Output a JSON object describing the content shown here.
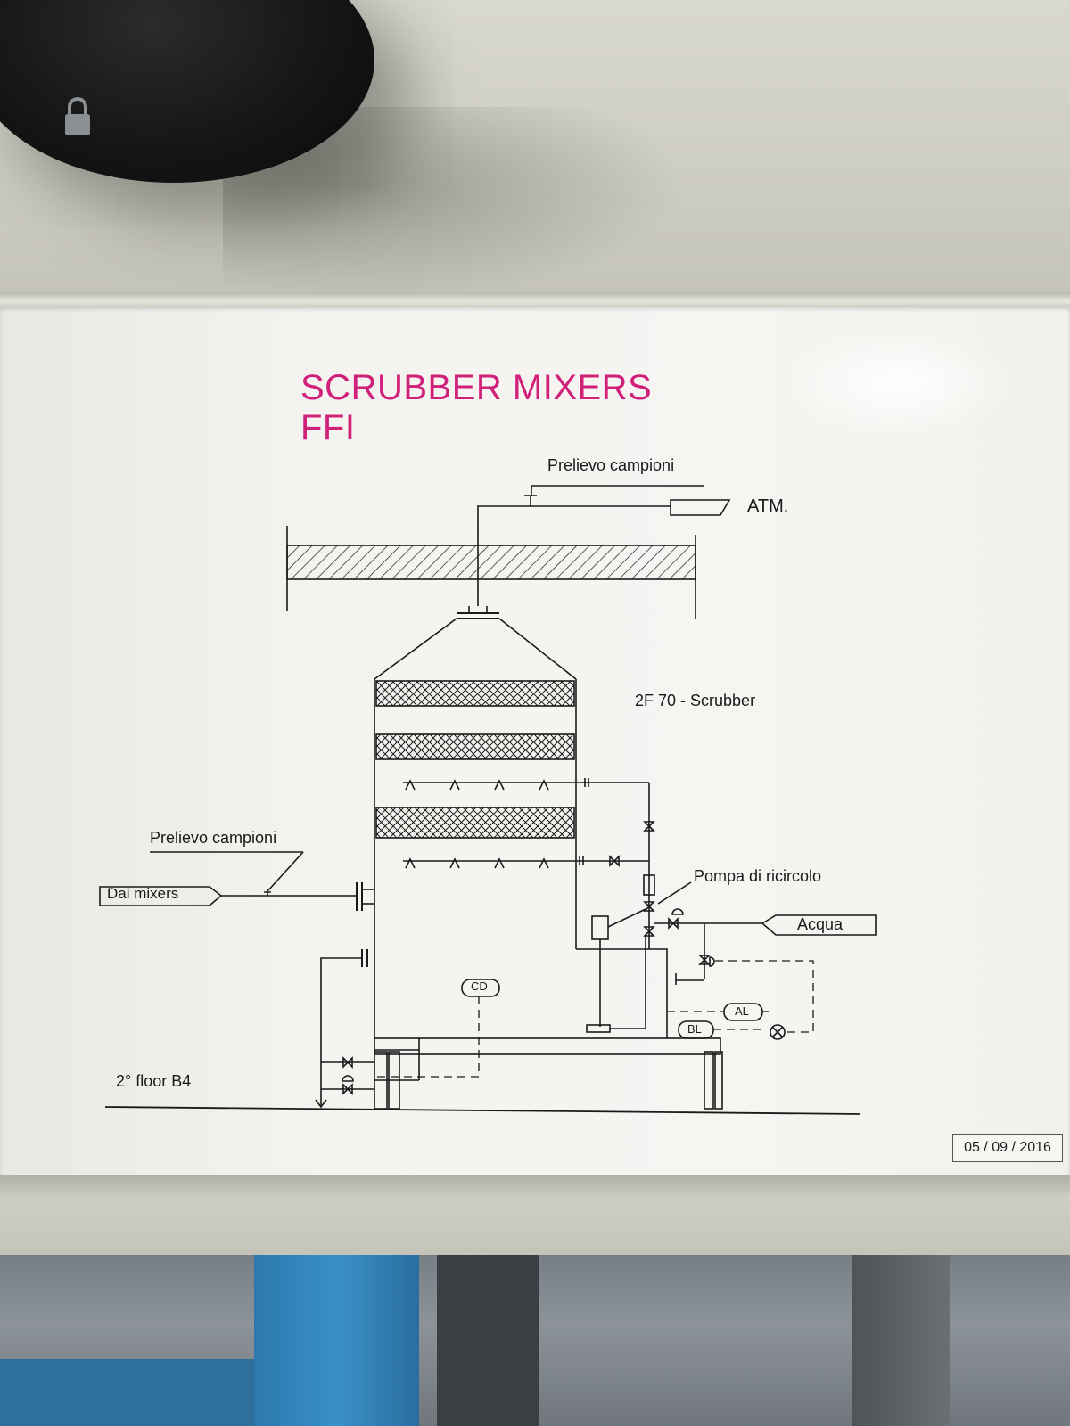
{
  "title": "SCRUBBER MIXERS FFI",
  "labels": {
    "sampling_top": "Prelievo campioni",
    "atm": "ATM.",
    "unit": "2F 70 -  Scrubber",
    "sampling_left": "Prelievo campioni",
    "from_mixers": "Dai mixers",
    "pump": "Pompa di ricircolo",
    "water": "Acqua",
    "cd": "CD",
    "al": "AL",
    "bl": "BL",
    "floor": "2° floor B4"
  },
  "date": "05 / 09 / 2016",
  "colors": {
    "title": "#d0207a",
    "line": "#1a1a1a",
    "placard": "#f4f3f0",
    "cabinet": "#d3d2c8"
  },
  "icons": [
    "lock-icon"
  ]
}
